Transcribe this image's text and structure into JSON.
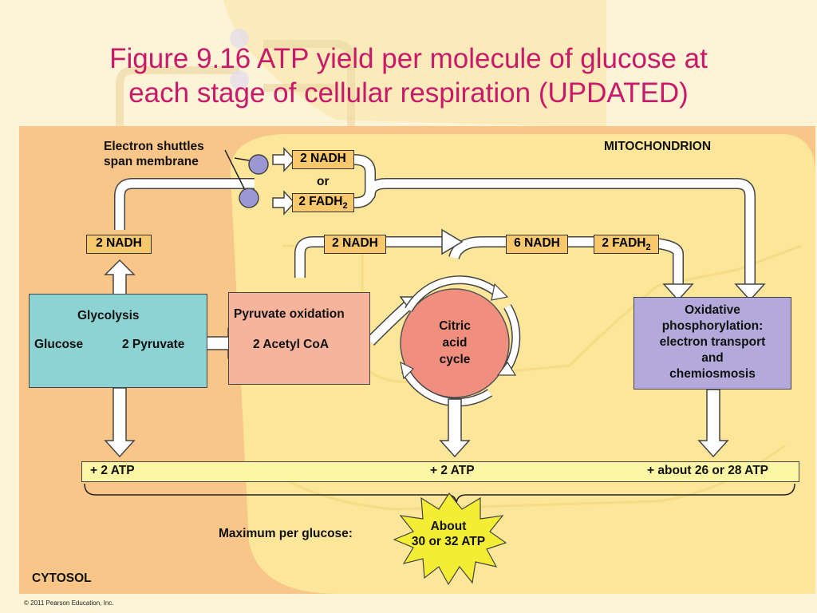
{
  "slide": {
    "title_line1": "Figure 9.16 ATP yield per molecule of glucose at",
    "title_line2": "each stage of cellular respiration (UPDATED)",
    "copyright": "© 2011 Pearson Education, Inc."
  },
  "diagram": {
    "shuttles_line1": "Electron shuttles",
    "shuttles_line2": "span membrane",
    "mitochondrion": "MITOCHONDRION",
    "cytosol": "CYTOSOL",
    "shuttle_nadh": "2 NADH",
    "or": "or",
    "shuttle_fadh": "2 FADH",
    "fadh_sub": "2",
    "glycolysis_nadh": "2 NADH",
    "pyruvate_nadh": "2 NADH",
    "citric_nadh": "6 NADH",
    "citric_fadh": "2 FADH",
    "glycolysis": {
      "title": "Glycolysis",
      "input": "Glucose",
      "output": "2 Pyruvate"
    },
    "pyruvate_oxidation": {
      "title": "Pyruvate oxidation",
      "output": "2 Acetyl CoA"
    },
    "citric": {
      "line1": "Citric",
      "line2": "acid",
      "line3": "cycle"
    },
    "oxphos": {
      "line1": "Oxidative",
      "line2": "phosphorylation:",
      "line3": "electron transport",
      "line4": "and",
      "line5": "chemiosmosis"
    },
    "atp_glycolysis": "+ 2 ATP",
    "atp_citric": "+ 2 ATP",
    "atp_oxphos": "+ about 26 or 28 ATP",
    "max_label": "Maximum per glucose:",
    "max_line1": "About",
    "max_line2": "30 or 32 ATP"
  },
  "colors": {
    "title": "#c8196a",
    "cytosol_bg": "#f9c689",
    "mito_bg": "#fbe58c",
    "glycolysis": "#8ed3d3",
    "pyruvate": "#f7b49c",
    "citric": "#f08f7e",
    "oxphos": "#b3aadb",
    "atp_bar": "#fbf6a4",
    "burst": "#f3ee34",
    "shuttle": "#9b97d2"
  }
}
